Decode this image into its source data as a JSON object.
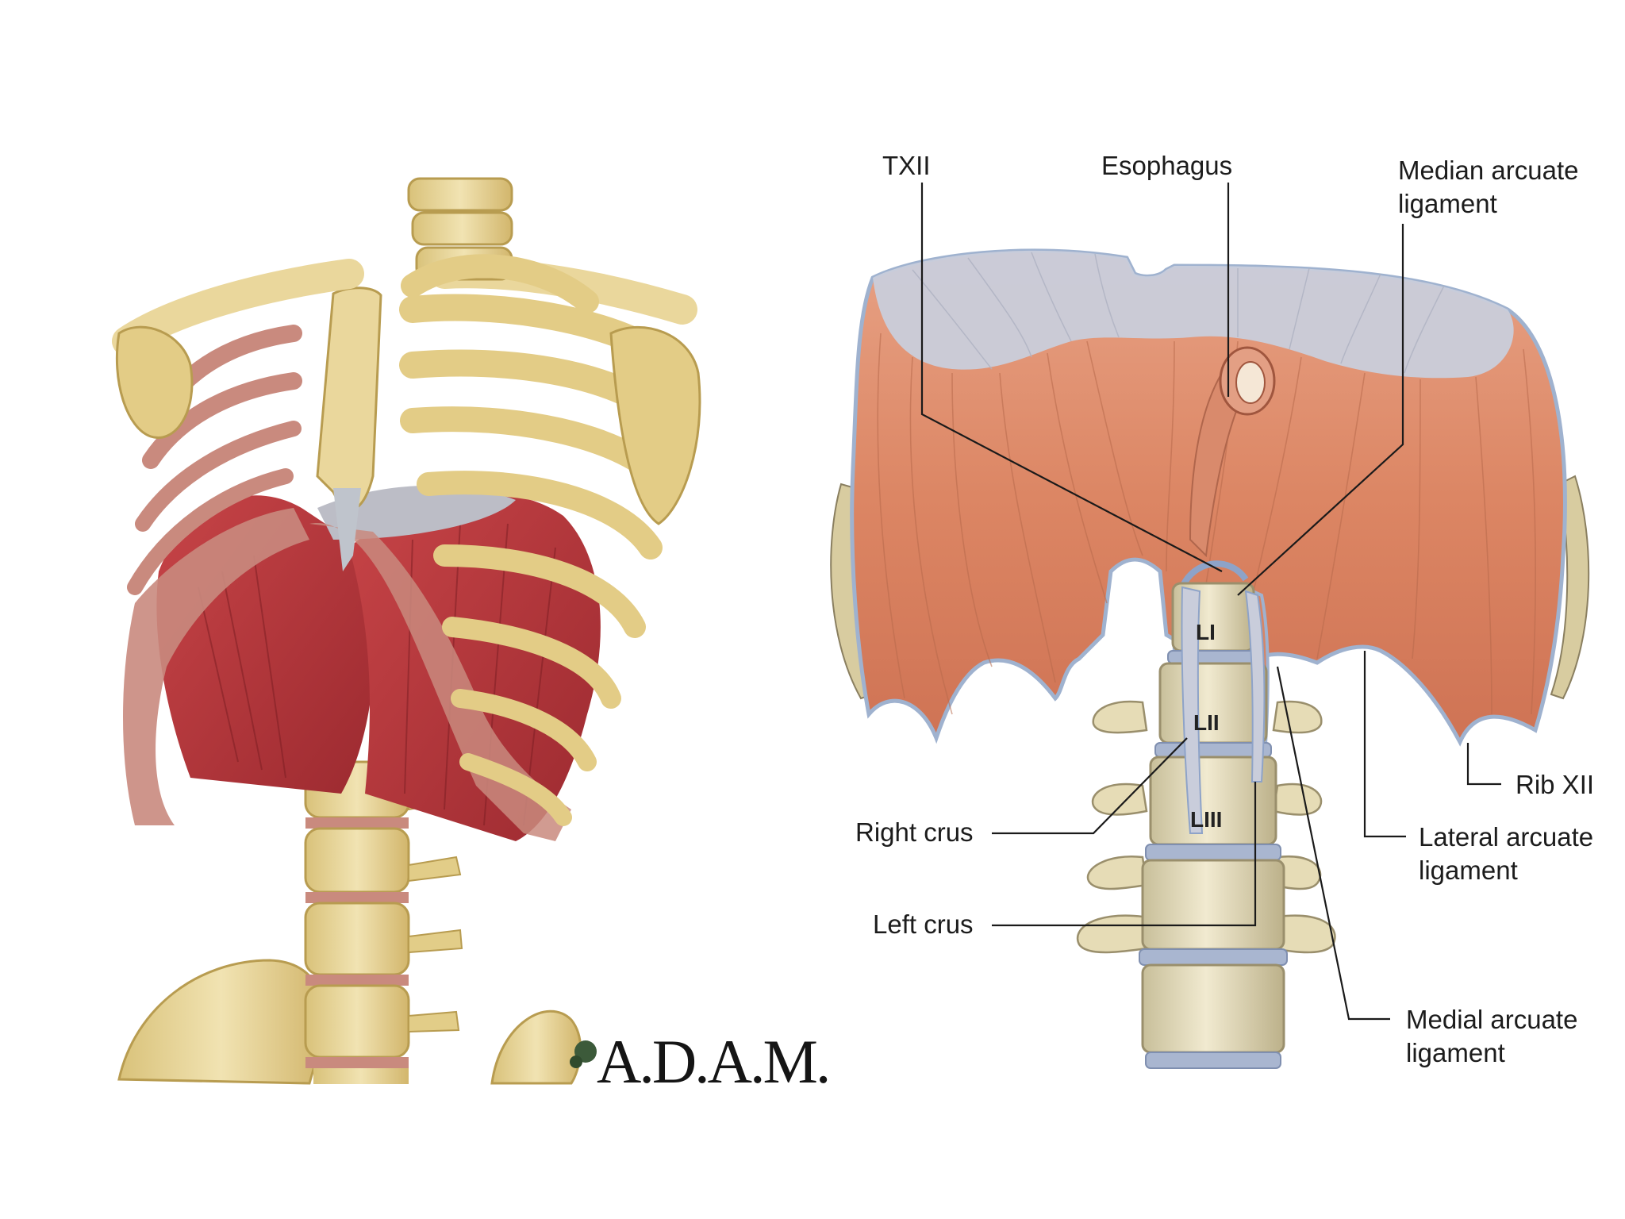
{
  "left_figure": {
    "watermark": "A.D.A.M."
  },
  "right_figure": {
    "labels": {
      "txii": "TXII",
      "esophagus": "Esophagus",
      "median_arcuate_l1": "Median arcuate",
      "median_arcuate_l2": "ligament",
      "rib_xii": "Rib XII",
      "lateral_arcuate_l1": "Lateral arcuate",
      "lateral_arcuate_l2": "ligament",
      "medial_arcuate_l1": "Medial arcuate",
      "medial_arcuate_l2": "ligament",
      "right_crus": "Right crus",
      "left_crus": "Left crus"
    },
    "vertebrae": {
      "l1": "LI",
      "l2": "LII",
      "l3": "LIII"
    }
  },
  "colors": {
    "bone": "#e9d69a",
    "bone_dark": "#c9ae5e",
    "costal_cartilage": "#c98a7e",
    "muscle_left": "#b8353a",
    "muscle_right": "#dd8a68",
    "tendon": "#c6cad6",
    "disc": "#9aa9c6"
  }
}
